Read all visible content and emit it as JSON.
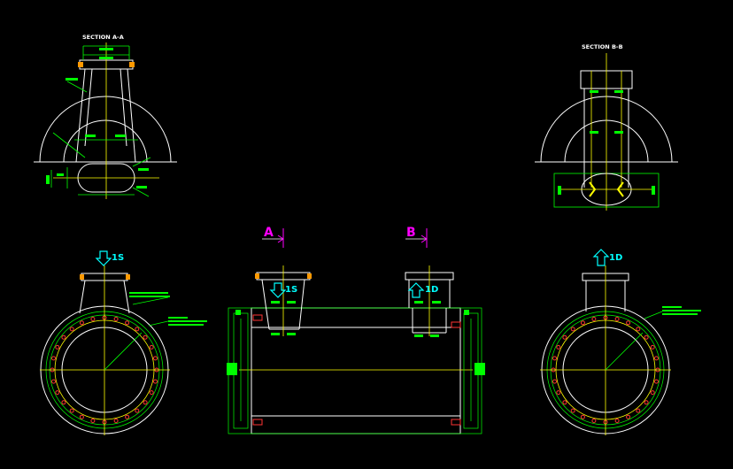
{
  "views": {
    "section_aa_title": "SECTION A-A",
    "section_bb_title": "SECTION B-B"
  },
  "markers": {
    "cut_a": "A",
    "cut_b": "B",
    "suction_left": "1S",
    "suction_mid": "1S",
    "discharge_mid": "1D",
    "discharge_right": "1D"
  },
  "colors": {
    "background": "#000000",
    "outline": "#ffffff",
    "centerline": "#ffff00",
    "dimension": "#00ff00",
    "section_marker": "#ff00ff",
    "flow_marker": "#00ffff",
    "bolts": "#ff3333",
    "flange": "#ff9900"
  },
  "icons": {
    "suction_arrow": "arrow-down-icon",
    "discharge_arrow": "arrow-up-icon"
  }
}
